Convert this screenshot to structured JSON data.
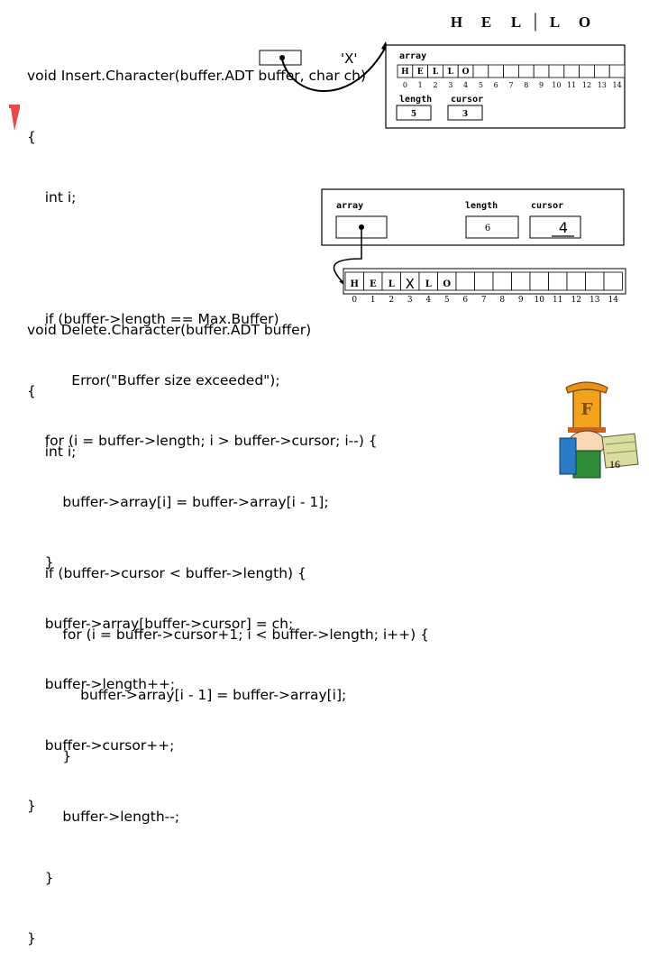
{
  "slide_number": "16",
  "insert_code": [
    "void Insert.Character(buffer.ADT buffer, char ch)",
    "{",
    "    int i;",
    "",
    "    if (buffer->length == Max.Buffer)",
    "          Error(\"Buffer size exceeded\");",
    "    for (i = buffer->length; i > buffer->cursor; i--) {",
    "        buffer->array[i] = buffer->array[i - 1];",
    "    }",
    "    buffer->array[buffer->cursor] = ch;",
    "    buffer->length++;",
    "    buffer->cursor++;",
    "}"
  ],
  "delete_code": [
    "void Delete.Character(buffer.ADT buffer)",
    "{",
    "    int i;",
    "",
    "    if (buffer->cursor < buffer->length) {",
    "        for (i = buffer->cursor+1; i < buffer->length; i++) {",
    "            buffer->array[i - 1] = buffer->array[i];",
    "        }",
    "        buffer->length--;",
    "    }",
    "}"
  ],
  "ch_value": "'X'",
  "big_letters": [
    "H",
    "E",
    "L",
    "|",
    "L",
    "O"
  ],
  "before": {
    "array_label": "array",
    "cells": [
      "H",
      "E",
      "L",
      "L",
      "O",
      "",
      "",
      "",
      "",
      "",
      "",
      "",
      "",
      "",
      ""
    ],
    "indices": [
      "0",
      "1",
      "2",
      "3",
      "4",
      "5",
      "6",
      "7",
      "8",
      "9",
      "10",
      "11",
      "12",
      "13",
      "14"
    ],
    "length_label": "length",
    "length_value": "5",
    "cursor_label": "cursor",
    "cursor_value": "3"
  },
  "after": {
    "array_label": "array",
    "length_label": "length",
    "length_value": "6",
    "cursor_label": "cursor",
    "cursor_value": "4",
    "cells": [
      "H",
      "E",
      "L",
      "X",
      "L",
      "O",
      "",
      "",
      "",
      "",
      "",
      "",
      "",
      "",
      ""
    ],
    "indices": [
      "0",
      "1",
      "2",
      "3",
      "4",
      "5",
      "6",
      "7",
      "8",
      "9",
      "10",
      "11",
      "12",
      "13",
      "14"
    ]
  }
}
